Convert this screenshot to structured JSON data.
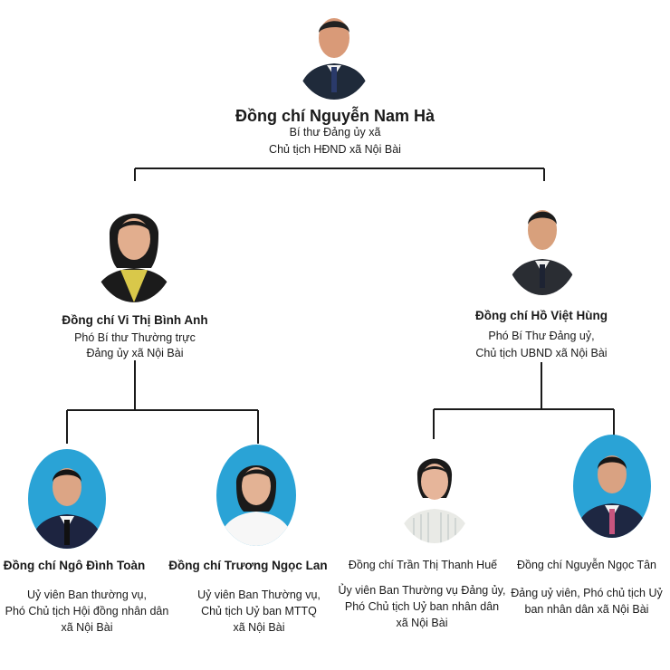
{
  "org_chart": {
    "root": {
      "name": "Đồng chí Nguyễn Nam Hà",
      "titles": [
        "Bí thư Đảng ủy xã",
        "Chủ tịch HĐND xã Nội Bài"
      ]
    },
    "left_deputy": {
      "name": "Đồng chí  Vi Thị Bình Anh",
      "titles": [
        "Phó Bí thư Thường trực",
        "Đảng ủy xã  Nội Bài"
      ]
    },
    "right_deputy": {
      "name": "Đồng chí Hồ Việt Hùng",
      "titles": [
        "Phó Bí Thư  Đảng uỷ,",
        "Chủ tịch UBND xã Nội Bài"
      ]
    },
    "members": [
      {
        "name": "Đồng chí Ngô Đình Toàn",
        "titles": [
          "Uỷ viên Ban thường vụ,",
          "Phó Chủ tịch Hội đồng nhân dân",
          "xã Nội Bài"
        ]
      },
      {
        "name": "Đồng chí Trương Ngọc Lan",
        "titles": [
          "Uỷ viên Ban Thường vụ,",
          "Chủ tịch Uỷ ban MTTQ",
          "xã Nội Bài"
        ]
      },
      {
        "name": "Đồng chí  Trần Thị Thanh Huế",
        "titles": [
          "Ủy viên Ban Thường vụ Đảng ủy,",
          "Phó Chủ tịch Uỷ ban nhân dân",
          "xã Nội Bài"
        ]
      },
      {
        "name": "Đồng chí  Nguyễn Ngọc Tân",
        "titles": [
          "Đảng uỷ viên, Phó chủ tịch Uỷ",
          "ban nhân dân  xã Nội Bài"
        ]
      }
    ]
  },
  "colors": {
    "line": "#1a1a1a",
    "portrait_blue": "#2aa3d6",
    "portrait_white": "#ffffff"
  }
}
